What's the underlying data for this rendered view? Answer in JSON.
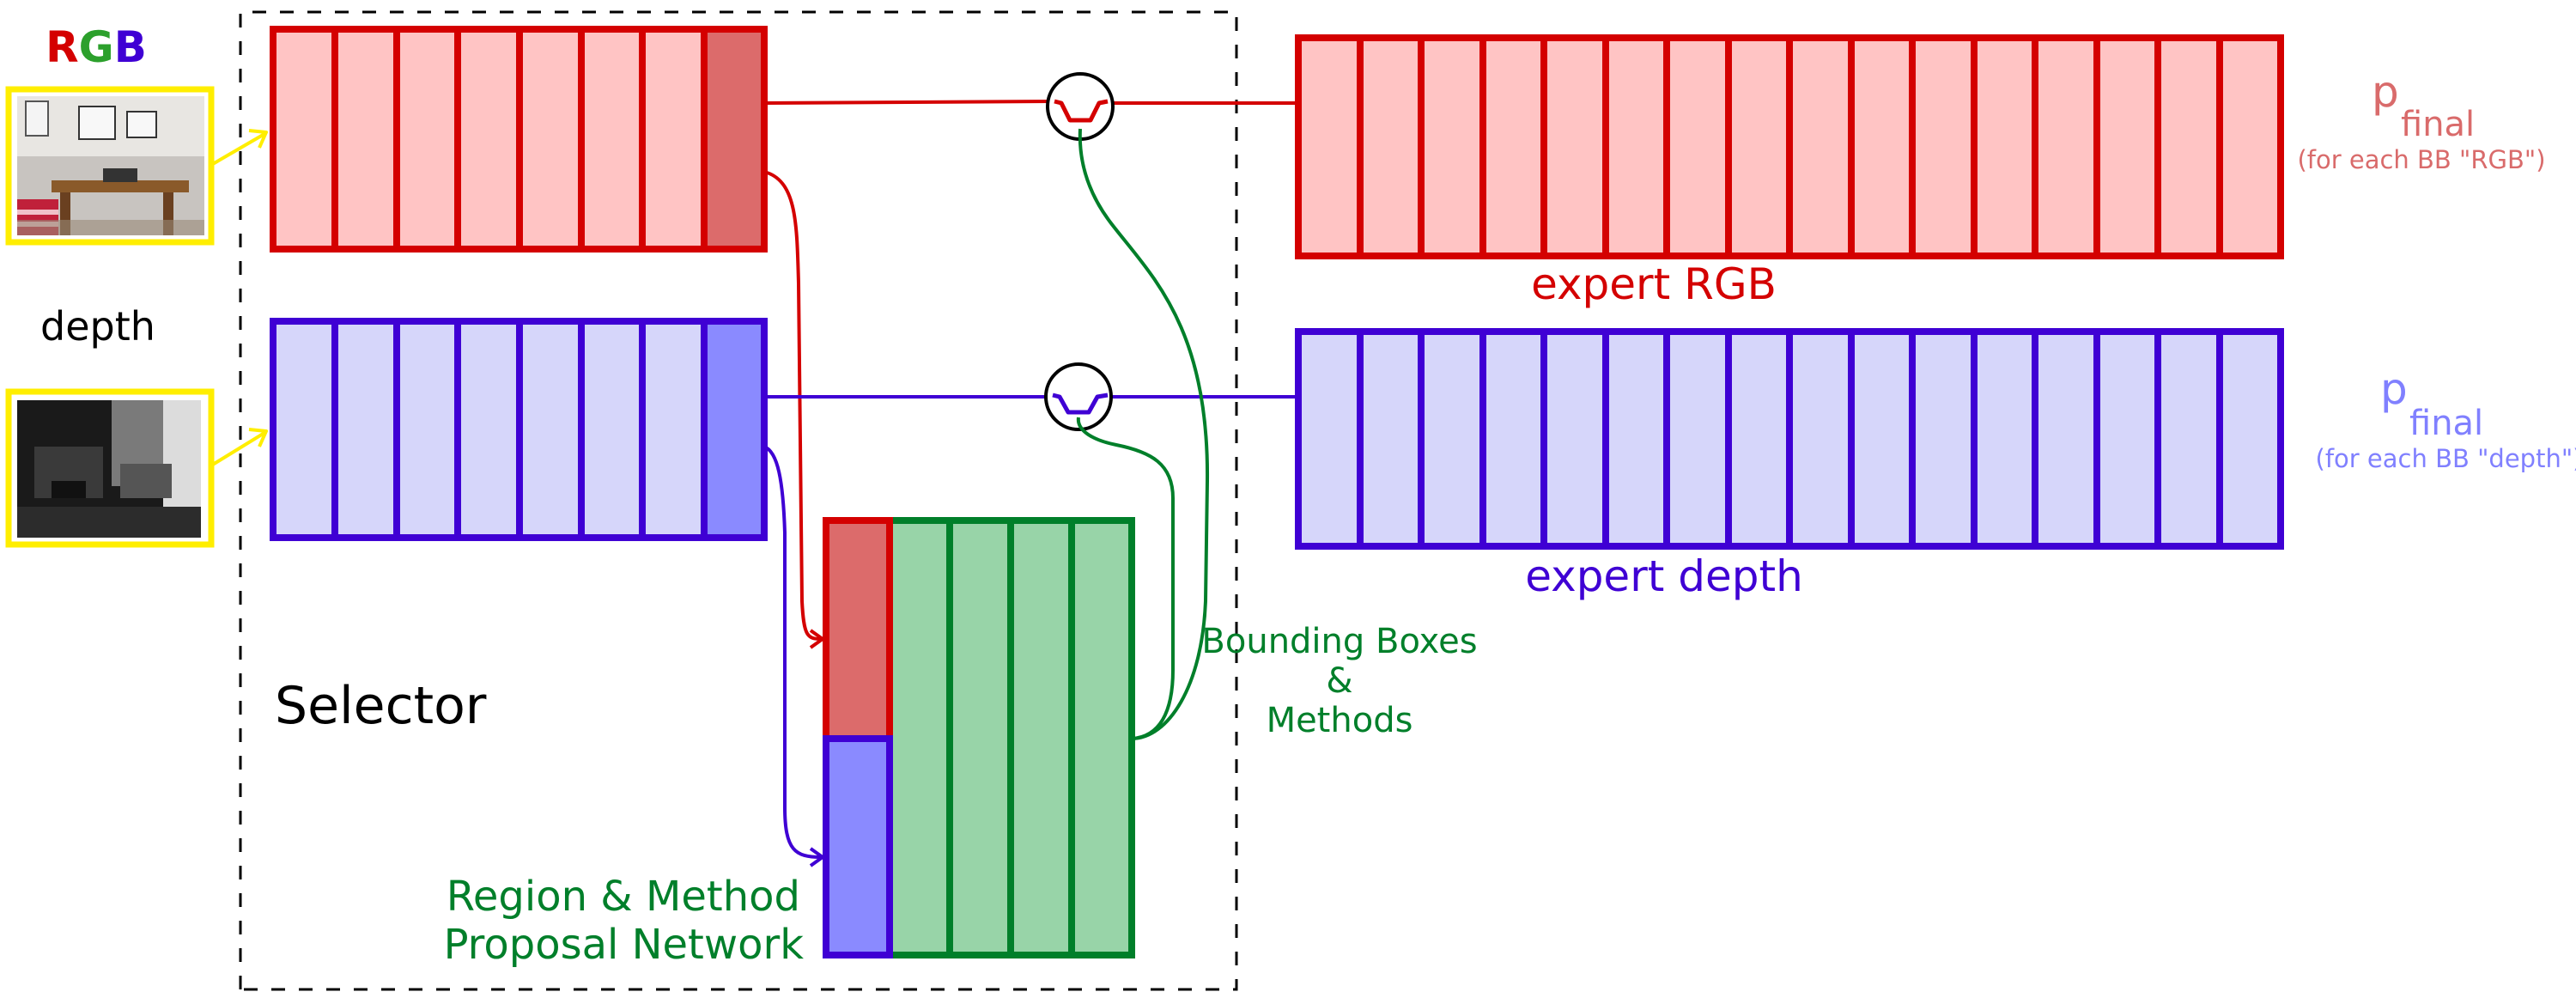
{
  "rgb_label": {
    "r": "R",
    "g": "G",
    "b": "B"
  },
  "depth_label": "depth",
  "selector_label": "Selector",
  "rpn_label": {
    "line1": "Region & Method",
    "line2": "Proposal Network"
  },
  "bbox_label": {
    "line1": "Bounding Boxes",
    "line2": "&",
    "line3": "Methods"
  },
  "expert_rgb_label": "expert RGB",
  "expert_depth_label": "expert depth",
  "p_final_rgb": {
    "base": "p",
    "sub": "final",
    "note": "(for each BB \"RGB\")"
  },
  "p_final_depth": {
    "base": "p",
    "sub": "final",
    "note": "(for each BB \"depth\")"
  },
  "colors": {
    "red": "#d40000",
    "red_fill": "#ffc4c4",
    "red_dark_fill": "#dc6b6b",
    "blue": "#3f00d4",
    "blue_fill": "#d6d6fa",
    "blue_dark_fill": "#8a8aff",
    "green": "#007f2a",
    "green_fill": "#98d4a8",
    "yellow": "#ffee00",
    "p_rgb_text": "#d96b6b",
    "p_depth_text": "#8080ff"
  }
}
